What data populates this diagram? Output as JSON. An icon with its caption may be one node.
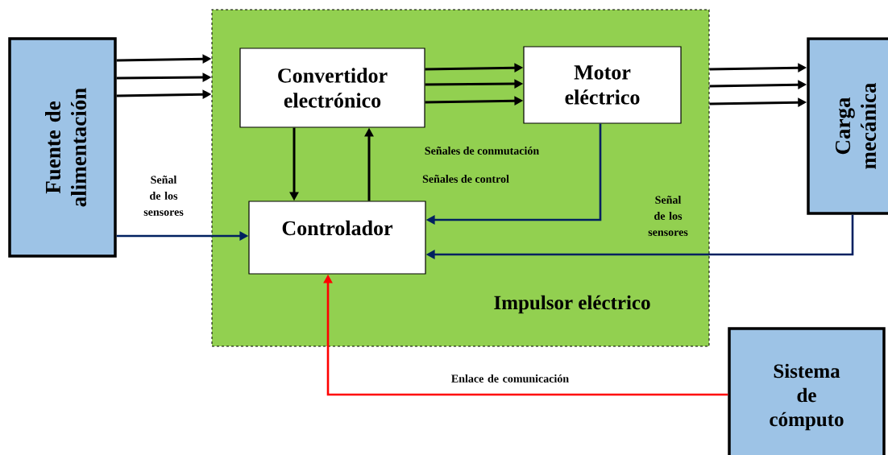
{
  "diagram": {
    "nodes": [
      {
        "text": [
          "Fuente de alimentación"
        ]
      },
      {
        "text": [
          "Impulsor eléctrico"
        ]
      },
      {
        "text": [
          "Convertidor electrónico"
        ],
        "in": 1
      },
      {
        "text": [
          "Motor eléctrico"
        ],
        "in": 1
      },
      {
        "text": [
          "Controlador"
        ],
        "in": 1
      },
      {
        "text": [
          "Carga mecánica"
        ]
      },
      {
        "text": [
          "Sistema de cómputo"
        ]
      }
    ],
    "edges": [
      {
        "from": 0,
        "to": 1,
        "arrow": "to"
      },
      {
        "from": 0,
        "to": 1,
        "arrow": "to"
      },
      {
        "from": 0,
        "to": 1,
        "arrow": "to"
      },
      {
        "from": 2,
        "to": 3,
        "arrow": "to"
      },
      {
        "from": 2,
        "to": 3,
        "arrow": "to"
      },
      {
        "from": 2,
        "to": 3,
        "arrow": "to"
      },
      {
        "from": 1,
        "to": 5,
        "arrow": "to"
      },
      {
        "from": 1,
        "to": 5,
        "arrow": "to"
      },
      {
        "from": 1,
        "to": 5,
        "arrow": "to"
      },
      {
        "from": 2,
        "to": 4,
        "arrow": "to"
      },
      {
        "from": 4,
        "to": 2,
        "arrow": "to"
      },
      {
        "from": 0,
        "to": 4,
        "arrow": "to",
        "label": "Señal de los sensores",
        "color": "#002060"
      },
      {
        "from": 3,
        "to": 4,
        "arrow": "to",
        "color": "#002060"
      },
      {
        "from": 5,
        "to": 4,
        "arrow": "to",
        "label": "Señal de los sensores",
        "color": "#002060"
      },
      {
        "from": 6,
        "to": 4,
        "arrow": "to",
        "label": "Enlace de comunicación",
        "color": "#ff0000"
      }
    ],
    "labels": [
      "Señales de conmutación",
      "Señales de control"
    ]
  }
}
